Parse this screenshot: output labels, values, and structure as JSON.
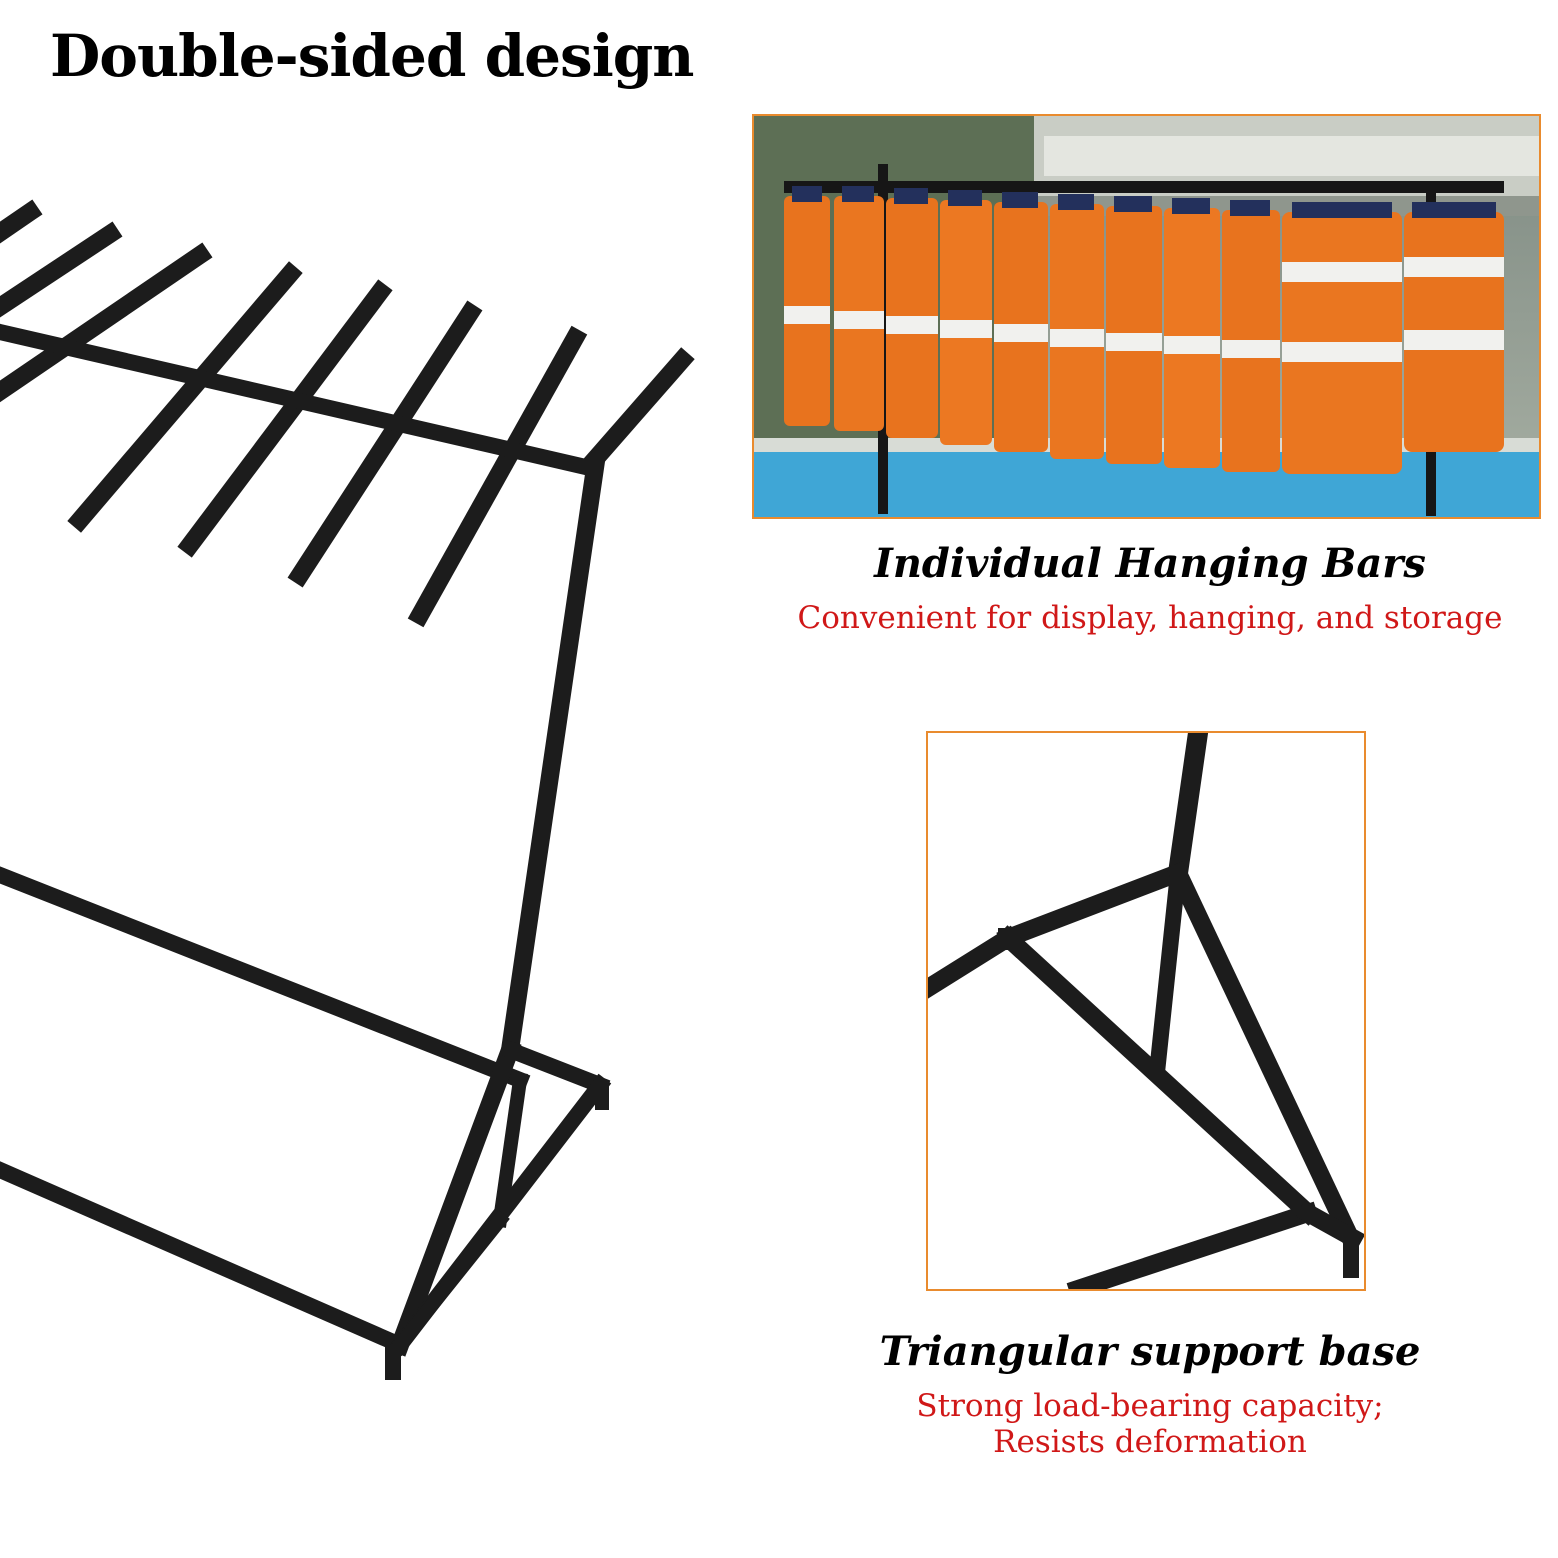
{
  "header": {
    "title": "Double-sided design"
  },
  "feature_1": {
    "title": "Individual Hanging Bars",
    "subtitle": "Convenient for display, hanging, and storage"
  },
  "feature_2": {
    "title": "Triangular support base",
    "subtitle_line1": "Strong load-bearing capacity;",
    "subtitle_line2": "Resists deformation"
  },
  "colors": {
    "frame_border": "#e98b2e",
    "subtitle_red": "#d01818",
    "rack_black": "#1c1c1c",
    "vest_orange": "#e8731e",
    "vest_reflective": "#f1f1ee",
    "vest_strap": "#23305c",
    "pool_water": "#3fa6d6"
  },
  "icons": [
    "rack-product-image",
    "vest-photo",
    "base-closeup-photo"
  ]
}
